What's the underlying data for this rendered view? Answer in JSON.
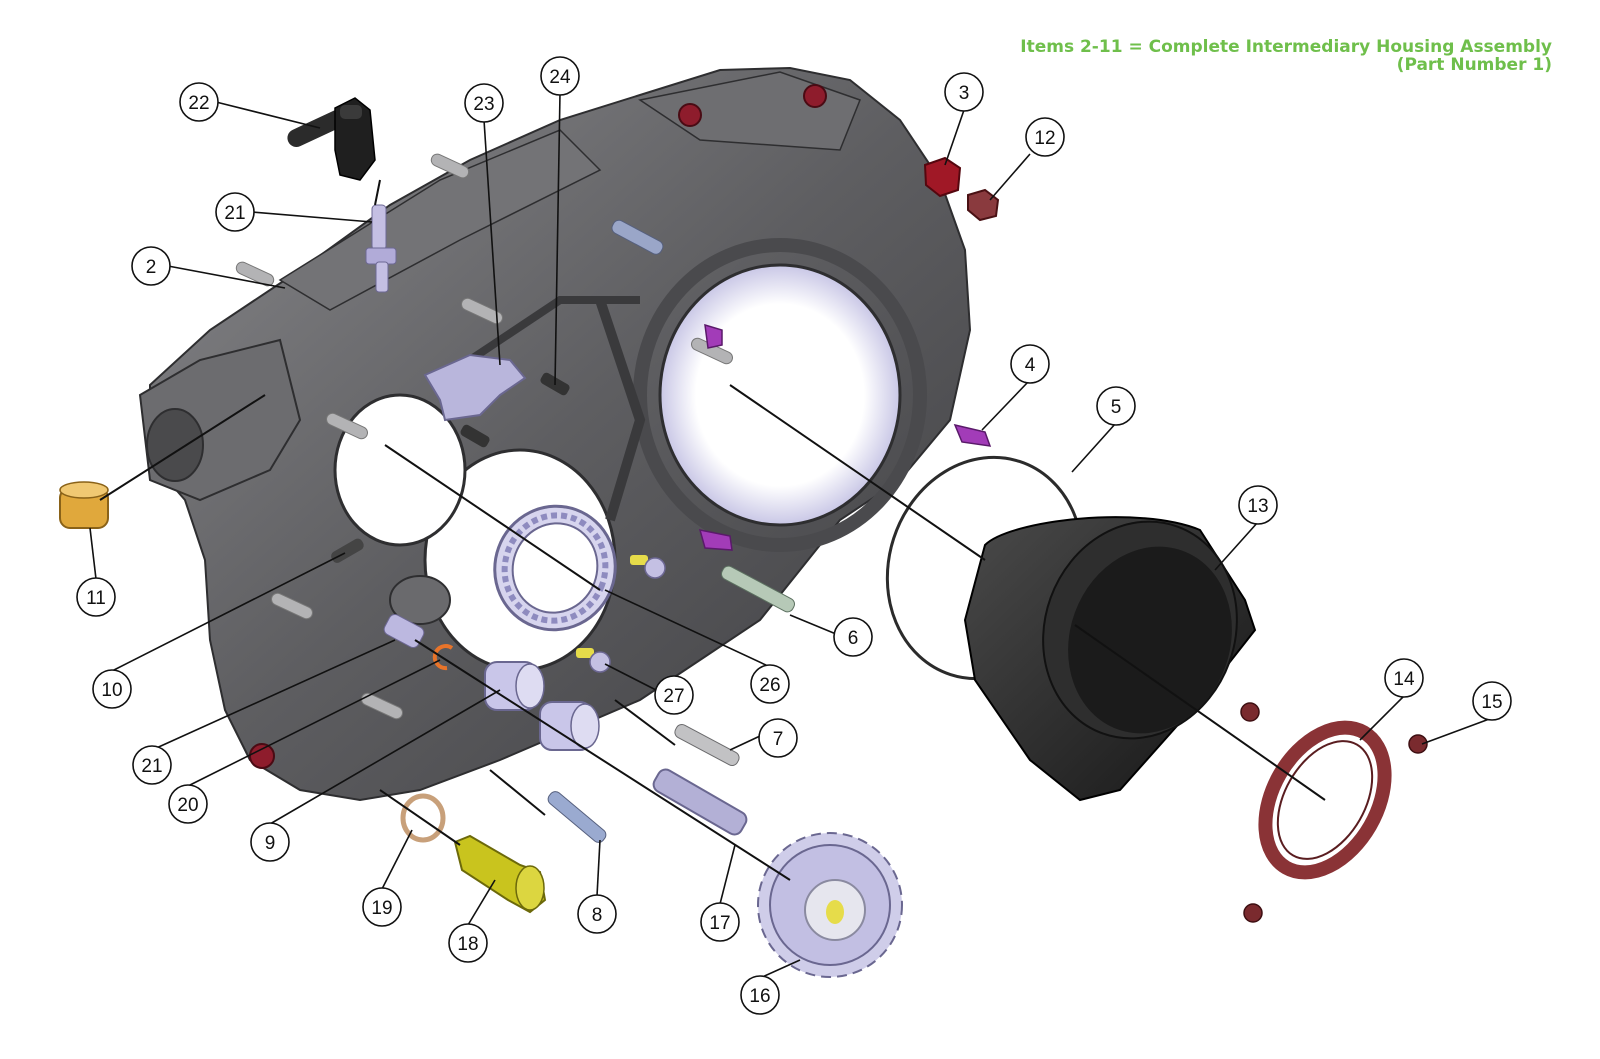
{
  "header": {
    "line1": "Items 2-11 = Complete Intermediary Housing Assembly",
    "line2": "(Part Number 1)"
  },
  "colors": {
    "header_text": "#6fbf4b",
    "housing": "#5c5c5e",
    "housing_dark": "#3c3c3e",
    "housing_light": "#7d7d80",
    "lilac_parts": "#b9b6dc",
    "dark_red_plugs": "#8e1c2c",
    "seal_red": "#8a3336",
    "purple_bolts": "#a23cb8",
    "gold_plug": "#e0a83c",
    "yellow_plug": "#c9c41e",
    "cover_black": "#2a2a2a",
    "callout_stroke": "#111111"
  },
  "callouts": [
    {
      "label": "22",
      "name": "breather-pipe"
    },
    {
      "label": "21",
      "name": "breather-fitting-top"
    },
    {
      "label": "2",
      "name": "intermediary-housing"
    },
    {
      "label": "23",
      "name": "sensor-bracket"
    },
    {
      "label": "24",
      "name": "bracket-bolt"
    },
    {
      "label": "3",
      "name": "plug-3"
    },
    {
      "label": "12",
      "name": "plug-12"
    },
    {
      "label": "4",
      "name": "purple-bolt"
    },
    {
      "label": "5",
      "name": "o-ring"
    },
    {
      "label": "13",
      "name": "cover-bell"
    },
    {
      "label": "11",
      "name": "gold-plug"
    },
    {
      "label": "10",
      "name": "dowel-10"
    },
    {
      "label": "6",
      "name": "stud-6"
    },
    {
      "label": "26",
      "name": "roller-bearing"
    },
    {
      "label": "27",
      "name": "washer-27"
    },
    {
      "label": "14",
      "name": "shaft-seal"
    },
    {
      "label": "15",
      "name": "seal-plug"
    },
    {
      "label": "7",
      "name": "stud-7"
    },
    {
      "label": "21",
      "name": "breather-fitting-lower"
    },
    {
      "label": "20",
      "name": "circlip"
    },
    {
      "label": "9",
      "name": "needle-bearing"
    },
    {
      "label": "19",
      "name": "sealing-washer"
    },
    {
      "label": "18",
      "name": "yellow-plug"
    },
    {
      "label": "8",
      "name": "stud-8"
    },
    {
      "label": "17",
      "name": "gear-shaft"
    },
    {
      "label": "16",
      "name": "gear"
    }
  ]
}
